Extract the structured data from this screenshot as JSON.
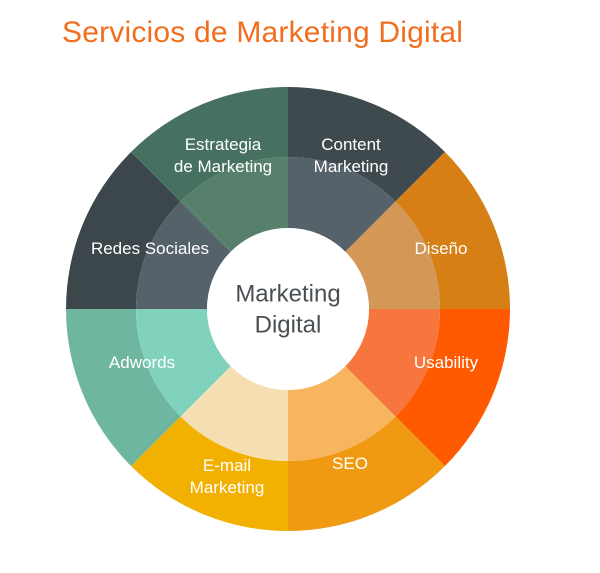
{
  "title": "Servicios de Marketing Digital",
  "center": {
    "lines": [
      "Marketing",
      "Digital"
    ]
  },
  "colors": {
    "title": "#f26e1f",
    "center_text": "#4a4f54",
    "label_text": "#ffffff",
    "center_fill": "#ffffff"
  },
  "segments": [
    {
      "name": "content-marketing",
      "label": [
        "Content",
        "Marketing"
      ],
      "outer": "#3e4a4d",
      "inner": "#56626a"
    },
    {
      "name": "diseno",
      "label": [
        "Diseño"
      ],
      "outer": "#d57f14",
      "inner": "#d39758"
    },
    {
      "name": "usability",
      "label": [
        "Usability"
      ],
      "outer": "#ff5a00",
      "inner": "#f7763e"
    },
    {
      "name": "seo",
      "label": [
        "SEO"
      ],
      "outer": "#ef9a12",
      "inner": "#f8b560"
    },
    {
      "name": "email-marketing",
      "label": [
        "E-mail",
        "Marketing"
      ],
      "outer": "#f2b000",
      "inner": "#f5dfb2"
    },
    {
      "name": "adwords",
      "label": [
        "Adwords"
      ],
      "outer": "#6fb6a1",
      "inner": "#80d2bd"
    },
    {
      "name": "redes-sociales",
      "label": [
        "Redes Sociales"
      ],
      "outer": "#3b474b",
      "inner": "#56626a"
    },
    {
      "name": "estrategia-de-marketing",
      "label": [
        "Estrategia",
        "de Marketing"
      ],
      "outer": "#46705f",
      "inner": "#56806c"
    }
  ]
}
